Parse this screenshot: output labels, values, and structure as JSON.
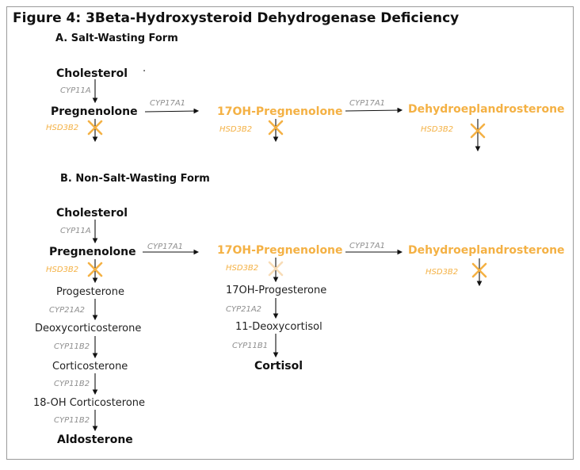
{
  "title": "Figure 4: 3Beta-Hydroxysteroid Dehydrogenase Deficiency",
  "section_a": {
    "heading": "A. Salt-Wasting Form",
    "cholesterol": "Cholesterol",
    "dot": "·",
    "cyp11a": "CYP11A",
    "pregnenolone": "Pregnenolone",
    "hsd3b2_1": "HSD3B2",
    "cyp17a1_1": "CYP17A1",
    "ohpregnenolone": "17OH-Pregnenolone",
    "hsd3b2_2": "HSD3B2",
    "cyp17a1_2": "CYP17A1",
    "dhea": "Dehydroeplandrosterone",
    "hsd3b2_3": "HSD3B2"
  },
  "section_b": {
    "heading": "B. Non-Salt-Wasting Form",
    "cholesterol": "Cholesterol",
    "cyp11a": "CYP11A",
    "pregnenolone": "Pregnenolone",
    "hsd3b2_1": "HSD3B2",
    "progesterone": "Progesterone",
    "cyp21a2_1": "CYP21A2",
    "deoxycorticosterone": "Deoxycorticosterone",
    "cyp11b2_1": "CYP11B2",
    "corticosterone": "Corticosterone",
    "cyp11b2_2": "CYP11B2",
    "oh_corticosterone": "18-OH Corticosterone",
    "cyp11b2_3": "CYP11B2",
    "aldosterone": "Aldosterone",
    "cyp17a1_1": "CYP17A1",
    "ohpregnenolone": "17OH-Pregnenolone",
    "hsd3b2_2": "HSD3B2",
    "ohprogesterone": "17OH-Progesterone",
    "cyp21a2_2": "CYP21A2",
    "deoxycortisol": "11-Deoxycortisol",
    "cyp11b1": "CYP11B1",
    "cortisol": "Cortisol",
    "cyp17a1_2": "CYP17A1",
    "dhea": "Dehydroeplandrosterone",
    "hsd3b2_3": "HSD3B2"
  },
  "colors": {
    "blocked": "#f4b144",
    "enzyme": "#8e8e8e",
    "text": "#111111"
  }
}
